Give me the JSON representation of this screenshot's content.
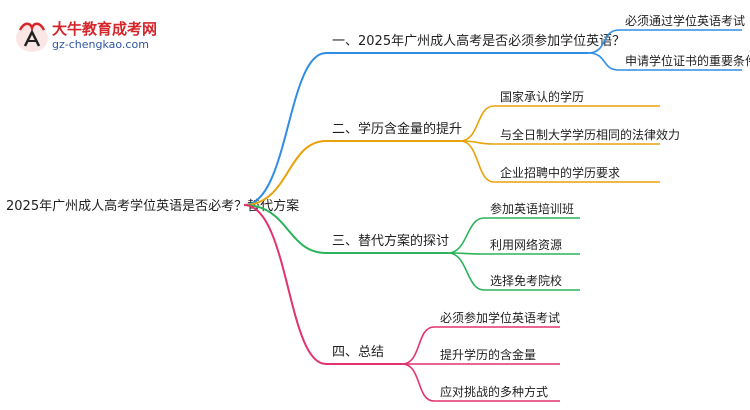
{
  "logo": {
    "name": "大牛教育成考网",
    "url": "gz-chengkao.com",
    "accent_red": "#d6252b",
    "accent_blue": "#2f55a4"
  },
  "root": {
    "label": "2025年广州成人高考学位英语是否必考？替代方案"
  },
  "branches": [
    {
      "label": "一、2025年广州成人高考是否必须参加学位英语？",
      "color": "#2f8de4",
      "children": [
        "必须通过学位英语考试",
        "申请学位证书的重要条件"
      ]
    },
    {
      "label": "二、学历含金量的提升",
      "color": "#e8a20c",
      "children": [
        "国家承认的学历",
        "与全日制大学学历相同的法律效力",
        "企业招聘中的学历要求"
      ]
    },
    {
      "label": "三、替代方案的探讨",
      "color": "#2bb35b",
      "children": [
        "参加英语培训班",
        "利用网络资源",
        "选择免考院校"
      ]
    },
    {
      "label": "四、总结",
      "color": "#e2336e",
      "children": [
        "必须参加学位英语考试",
        "提升学历的含金量",
        "应对挑战的多种方式"
      ]
    }
  ]
}
